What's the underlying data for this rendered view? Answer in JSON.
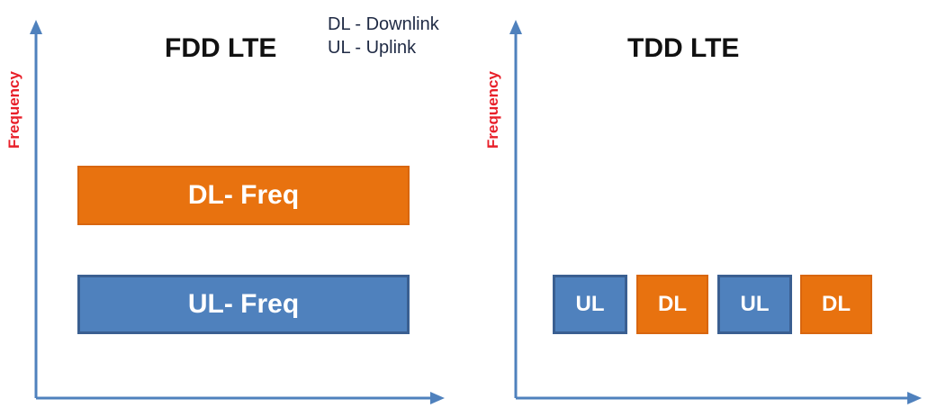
{
  "legend": {
    "dl": "DL - Downlink",
    "ul": "UL - Uplink"
  },
  "colors": {
    "downlink": "#e8720f",
    "uplink": "#4f81bd",
    "axis": "#4f81bd",
    "frequency_label": "#e8202a"
  },
  "fdd": {
    "title": "FDD LTE",
    "y_axis_label": "Frequency",
    "blocks": [
      {
        "label": "DL- Freq",
        "type": "downlink"
      },
      {
        "label": "UL- Freq",
        "type": "uplink"
      }
    ]
  },
  "tdd": {
    "title": "TDD LTE",
    "y_axis_label": "Frequency",
    "blocks": [
      {
        "label": "UL",
        "type": "uplink"
      },
      {
        "label": "DL",
        "type": "downlink"
      },
      {
        "label": "UL",
        "type": "uplink"
      },
      {
        "label": "DL",
        "type": "downlink"
      }
    ]
  }
}
